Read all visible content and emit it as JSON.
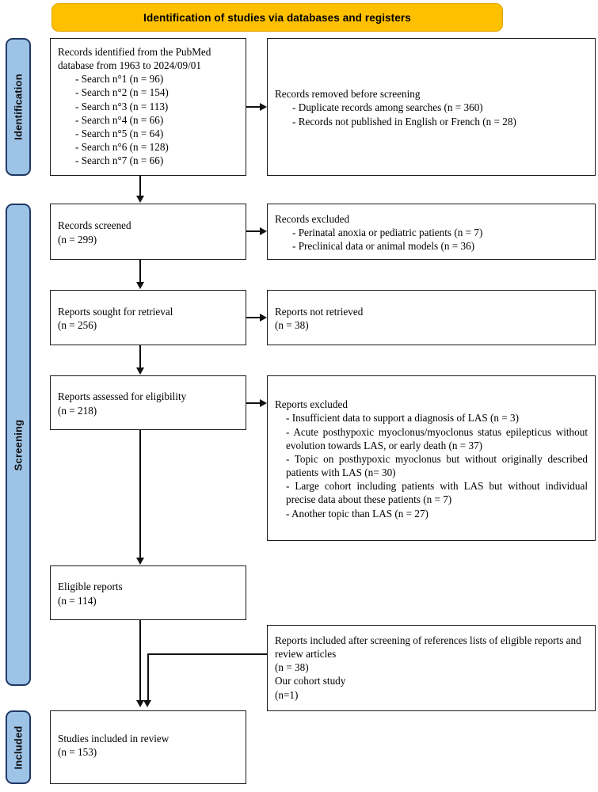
{
  "banner": {
    "title": "Identification of studies via databases and registers",
    "bg": "#FFC000"
  },
  "bands": [
    {
      "id": "identification",
      "label": "Identification"
    },
    {
      "id": "screening",
      "label": "Screening"
    },
    {
      "id": "included",
      "label": "Included"
    }
  ],
  "band_color": "#9DC3E6",
  "band_border": "#1F3864",
  "boxes": {
    "records_identified": {
      "title": "Records identified from the PubMed database from 1963 to 2024/09/01",
      "items": [
        "- Search n°1 (n = 96)",
        "- Search n°2 (n = 154)",
        "- Search n°3 (n = 113)",
        "- Search n°4 (n = 66)",
        "- Search n°5 (n = 64)",
        "- Search n°6 (n = 128)",
        "- Search n°7 (n = 66)"
      ]
    },
    "records_removed": {
      "title": "Records removed before screening",
      "items": [
        "- Duplicate records among searches (n = 360)",
        "- Records not published in English or French (n = 28)"
      ]
    },
    "records_screened": {
      "title": "Records screened",
      "count": "(n = 299)"
    },
    "records_excluded": {
      "title": "Records excluded",
      "items": [
        "- Perinatal anoxia or pediatric patients (n = 7)",
        "- Preclinical data or animal models (n = 36)"
      ]
    },
    "reports_sought": {
      "title": "Reports sought for retrieval",
      "count": "(n = 256)"
    },
    "reports_not_retrieved": {
      "title": "Reports not retrieved",
      "count": "(n = 38)"
    },
    "reports_assessed": {
      "title": "Reports assessed for eligibility",
      "count": "(n = 218)"
    },
    "reports_excluded": {
      "title": "Reports excluded",
      "items": [
        "- Insufficient data to support a diagnosis of LAS (n = 3)",
        "- Acute posthypoxic myoclonus/myoclonus status epilepticus without evolution towards LAS, or early death (n = 37)",
        "- Topic on posthypoxic myoclonus but without originally described patients with LAS (n= 30)",
        "- Large cohort including patients with LAS but without individual precise data about these patients (n = 7)",
        "- Another topic than LAS (n = 27)"
      ]
    },
    "eligible_reports": {
      "title": "Eligible reports",
      "count": "(n = 114)"
    },
    "reports_included_refs": {
      "title": "Reports included after screening of references lists of eligible reports and review articles",
      "count": "(n = 38)",
      "extra_title": "Our cohort study",
      "extra_count": "(n=1)"
    },
    "studies_included": {
      "title": "Studies included in review",
      "count": "(n = 153)"
    }
  }
}
